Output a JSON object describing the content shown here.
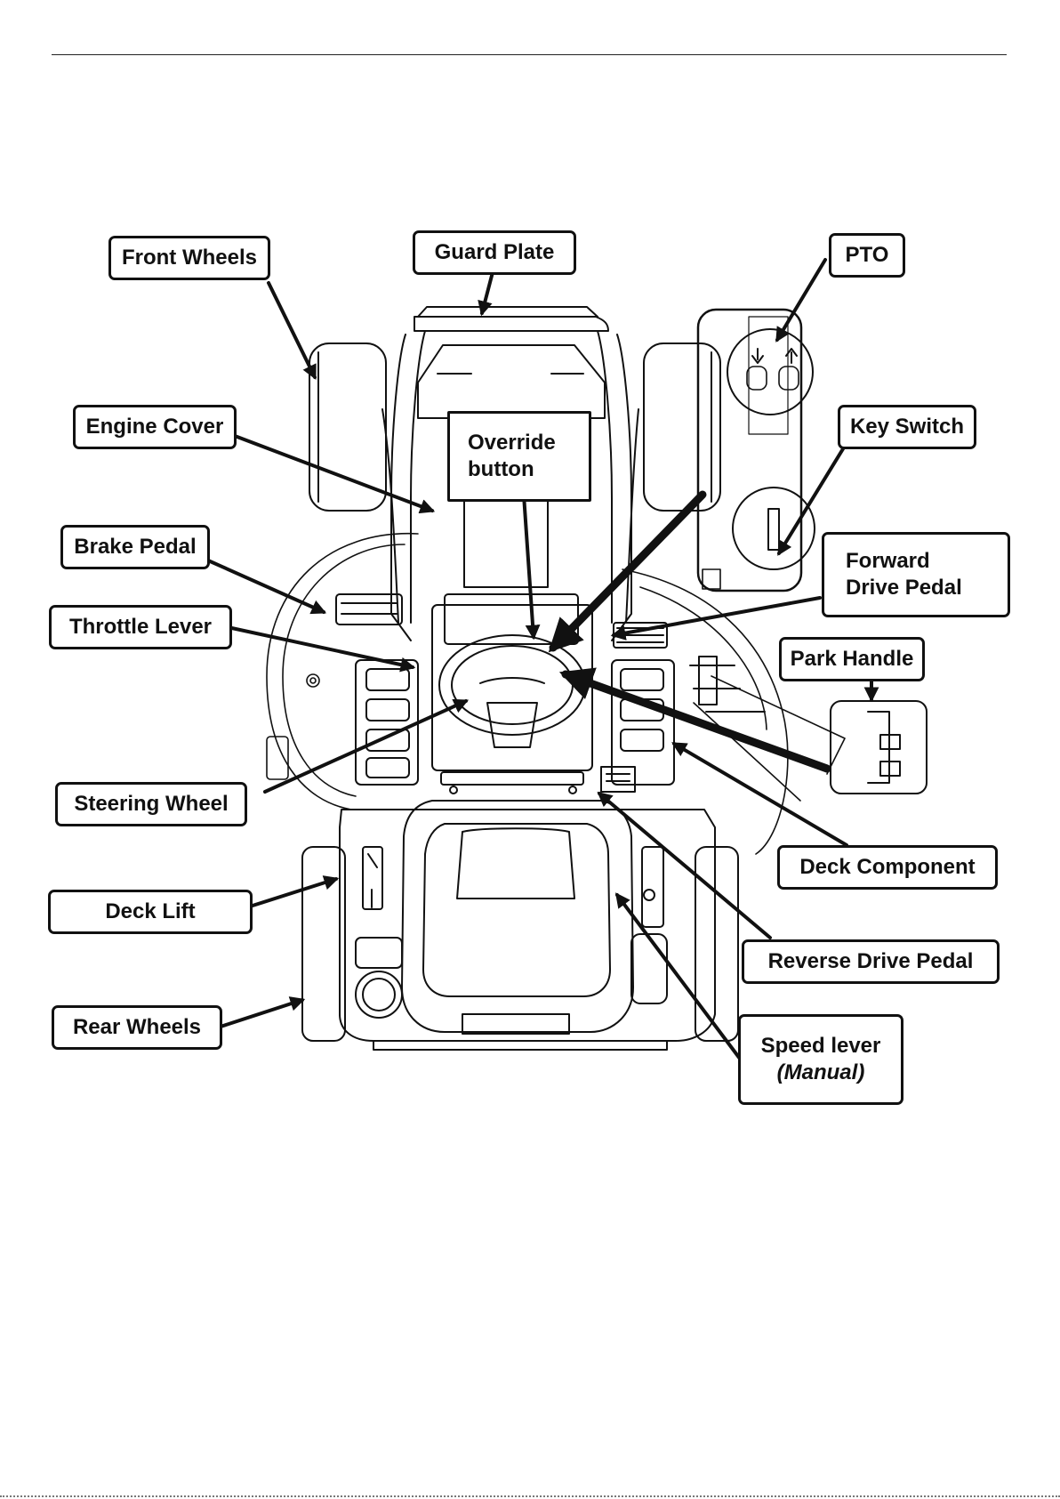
{
  "labels": {
    "front_wheels": "Front Wheels",
    "guard_plate": "Guard Plate",
    "pto": "PTO",
    "engine_cover": "Engine Cover",
    "override_line1": "Override",
    "override_line2": "button",
    "key_switch": "Key Switch",
    "brake_pedal": "Brake Pedal",
    "forward_line1": "Forward",
    "forward_line2": "Drive Pedal",
    "throttle_lever": "Throttle Lever",
    "park_handle": "Park Handle",
    "steering_wheel": "Steering Wheel",
    "deck_component": "Deck Component",
    "deck_lift": "Deck Lift",
    "reverse_drive_pedal": "Reverse Drive Pedal",
    "rear_wheels": "Rear Wheels",
    "speed_line1": "Speed lever",
    "speed_line2": "(Manual)"
  }
}
